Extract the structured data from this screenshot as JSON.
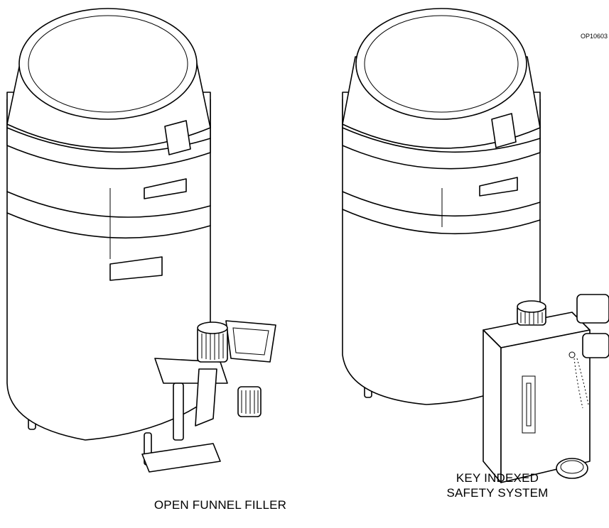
{
  "figure": {
    "reference_code": "OP10603",
    "left_caption": "OPEN FUNNEL FILLER",
    "right_caption_line1": "KEY INDEXED",
    "right_caption_line2": "SAFETY SYSTEM"
  },
  "icons": [
    "vaporizer-open-funnel-filler",
    "vaporizer-key-indexed-filler"
  ]
}
